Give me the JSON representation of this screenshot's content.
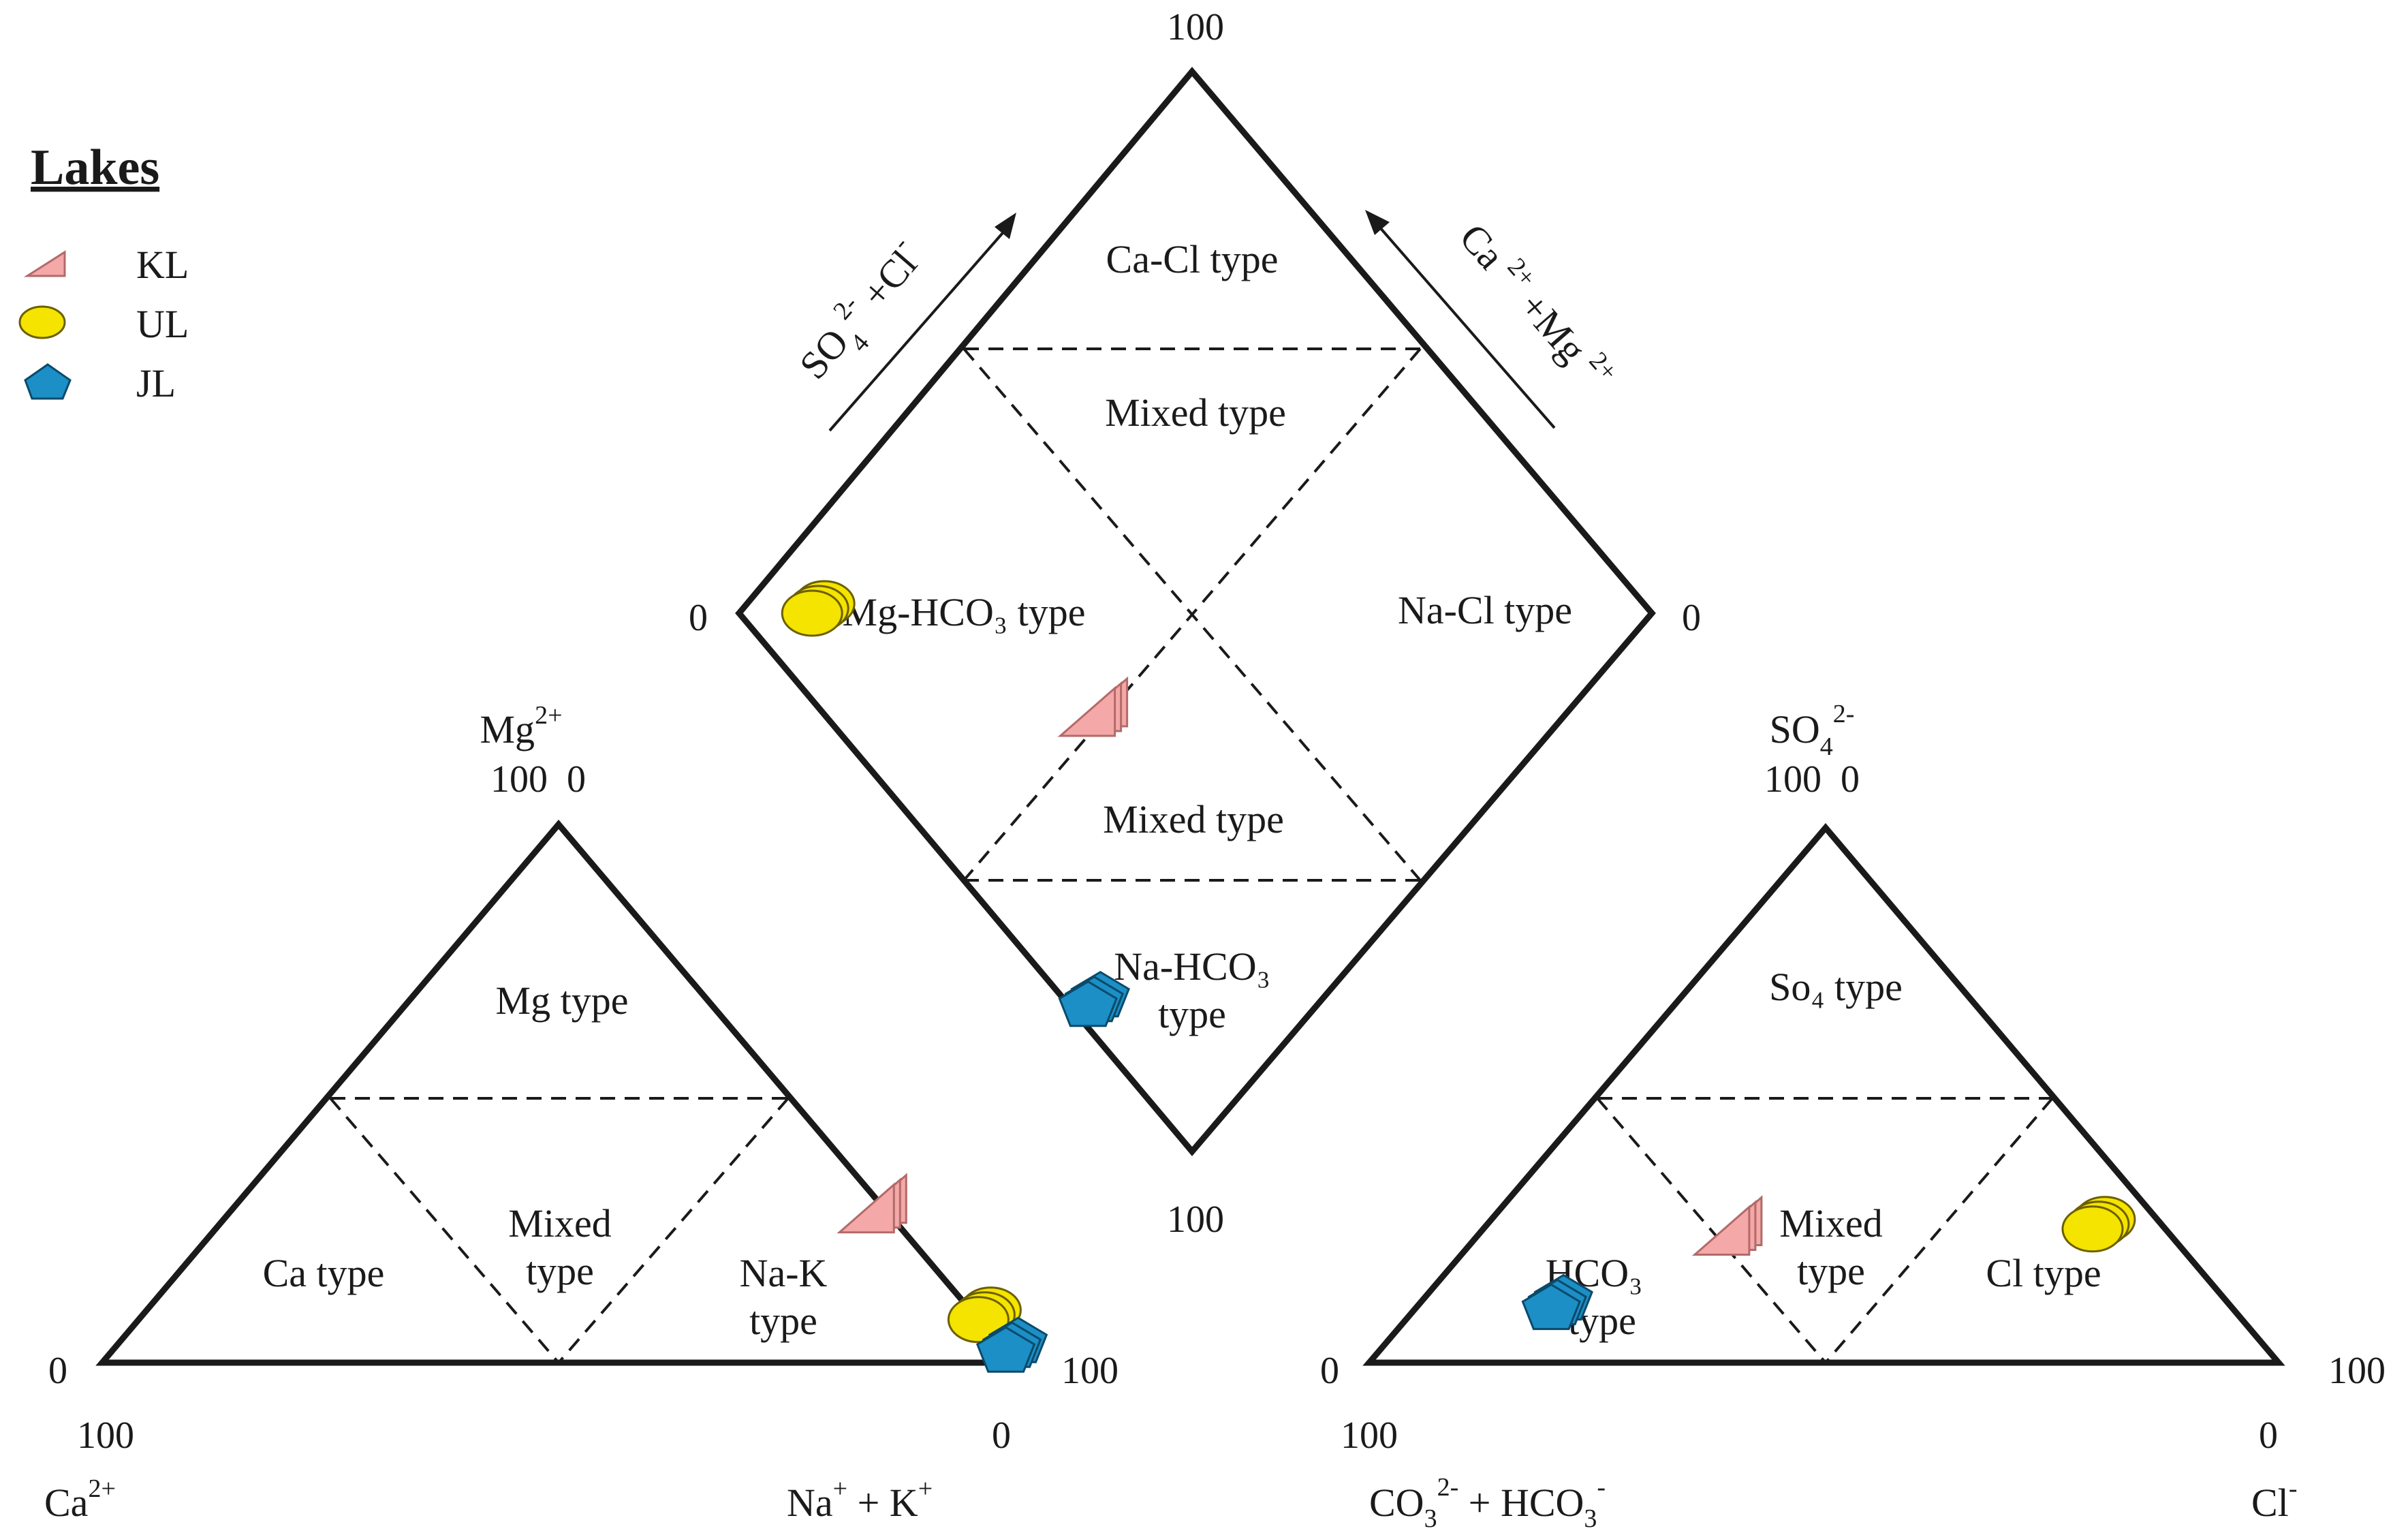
{
  "legend": {
    "title": "Lakes",
    "items": [
      {
        "name": "KL",
        "shape": "triangle-icon",
        "color": "#f4a8a8"
      },
      {
        "name": "UL",
        "shape": "circle-icon",
        "color": "#f5e300"
      },
      {
        "name": "JL",
        "shape": "pentagon-icon",
        "color": "#1c8fc6"
      }
    ]
  },
  "diamond": {
    "regions": {
      "ca_cl": "Ca-Cl type",
      "mixed_top": "Mixed type",
      "mg_hco3": "Mg-HCO₃ type",
      "na_cl": "Na-Cl type",
      "mixed_bottom": "Mixed type",
      "na_hco3_line1": "Na-HCO₃",
      "na_hco3_line2": "type"
    },
    "ticks": {
      "top": "100",
      "left": "0",
      "right": "0",
      "bottom": "100"
    },
    "axis_left": {
      "base1": "SO",
      "sub": "4",
      "sup": "2-",
      "base2": " +Cl",
      "sup2": "-"
    },
    "axis_right": {
      "base1": "Ca ",
      "sup": "2+",
      "base2": " +Mg ",
      "sup2": "2+"
    }
  },
  "cation": {
    "regions": {
      "mg": "Mg type",
      "ca": "Ca type",
      "mixed1": "Mixed",
      "mixed2": "type",
      "nak1": "Na-K",
      "nak2": "type"
    },
    "apex_label": {
      "base": "Mg",
      "sup": "2+"
    },
    "apex_ticks": "100  0",
    "tick_left": "0",
    "tick_right": "100",
    "tick_bl": "100",
    "tick_br": "0",
    "axis_left": {
      "base": "Ca",
      "sup": "2+"
    },
    "axis_right": {
      "base1": "Na",
      "sup1": "+",
      "base2": " + K",
      "sup2": "+"
    }
  },
  "anion": {
    "regions": {
      "so4": "So₄ type",
      "hco3_1": "HCO₃",
      "hco3_2": "type",
      "mixed1": "Mixed",
      "mixed2": "type",
      "cl": "Cl type"
    },
    "apex_label": {
      "base": "SO",
      "sub": "4",
      "sup": "2-"
    },
    "apex_ticks": "100  0",
    "tick_left": "0",
    "tick_right": "100",
    "tick_bl": "100",
    "tick_br": "0",
    "axis_left": {
      "base1": "CO",
      "sub": "3",
      "sup": "2-",
      "base2": " + HCO",
      "sub2": "3",
      "sup2": "-"
    },
    "axis_right": {
      "base": "Cl",
      "sup": "-"
    }
  },
  "chart_data": {
    "type": "scatter",
    "series": [
      {
        "name": "KL",
        "cation": {
          "mg": 27,
          "ca": 2
        },
        "anion": {
          "so4": 23,
          "cl": 28
        },
        "diamond": {
          "so4_cl": 51,
          "ca_mg": 29
        }
      },
      {
        "name": "UL",
        "cation": {
          "mg": 8,
          "ca": 0
        },
        "anion": {
          "so4": 25,
          "cl": 67
        },
        "diamond": {
          "so4_cl": 92,
          "ca_mg": 8
        }
      },
      {
        "name": "JL",
        "cation": {
          "mg": 2,
          "ca": 0
        },
        "anion": {
          "so4": 10,
          "cl": 15
        },
        "diamond": {
          "so4_cl": 25,
          "ca_mg": 2
        }
      }
    ]
  }
}
